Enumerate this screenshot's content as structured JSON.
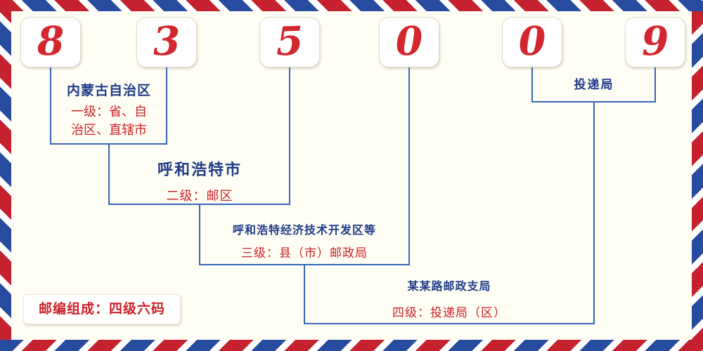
{
  "postal_code": {
    "digits": [
      "8",
      "3",
      "5",
      "0",
      "0",
      "9"
    ]
  },
  "levels": [
    {
      "name": "内蒙古自治区",
      "desc": "一级：省、自治区、直辖市"
    },
    {
      "name": "呼和浩特市",
      "desc": "二级：邮区"
    },
    {
      "name": "呼和浩特经济技术开发区等",
      "desc": "三级：县（市）邮政局"
    },
    {
      "name": "某某路邮政支局",
      "desc": "四级：投递局（区）"
    }
  ],
  "delivery_label": "投递局",
  "footer_note": "邮编组成：四级六码",
  "colors": {
    "background": "#fffef4",
    "digit_red": "#d4262e",
    "label_navy": "#1f3c88",
    "label_red": "#cc2128",
    "line_blue": "#3566b5",
    "stripe_red": "#c5212f",
    "stripe_blue": "#274b9f"
  }
}
